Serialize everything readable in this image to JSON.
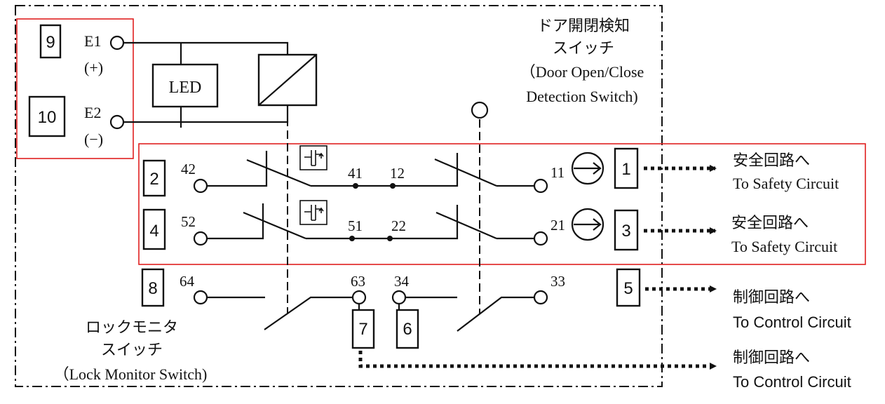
{
  "terminals": {
    "t9": "9",
    "t10": "10",
    "t2": "2",
    "t4": "4",
    "t8": "8",
    "t1": "1",
    "t3": "3",
    "t5": "5",
    "t7": "7",
    "t6": "6"
  },
  "labels": {
    "e1": "E1",
    "e1_sign": "(+)",
    "e2": "E2",
    "e2_sign": "(−)",
    "led": "LED",
    "n42": "42",
    "n41": "41",
    "n12": "12",
    "n11": "11",
    "n52": "52",
    "n51": "51",
    "n22": "22",
    "n21": "21",
    "n64": "64",
    "n63": "63",
    "n34": "34",
    "n33": "33"
  },
  "door_switch": {
    "title_jp_1": "ドア開閉検知",
    "title_jp_2": "スイッチ",
    "title_en_1": "（Door Open/Close",
    "title_en_2": "Detection Switch)"
  },
  "lock_switch": {
    "title_jp_1": "ロックモニタ",
    "title_jp_2": "スイッチ",
    "title_en": "（Lock Monitor Switch)"
  },
  "outputs": {
    "safety_1_jp": "安全回路へ",
    "safety_1_en": "To Safety Circuit",
    "safety_2_jp": "安全回路へ",
    "safety_2_en": "To Safety Circuit",
    "control_1_jp": "制御回路へ",
    "control_1_en": "To Control Circuit",
    "control_2_jp": "制御回路へ",
    "control_2_en": "To Control Circuit"
  },
  "colors": {
    "highlight": "#e02020",
    "ink": "#111111"
  }
}
